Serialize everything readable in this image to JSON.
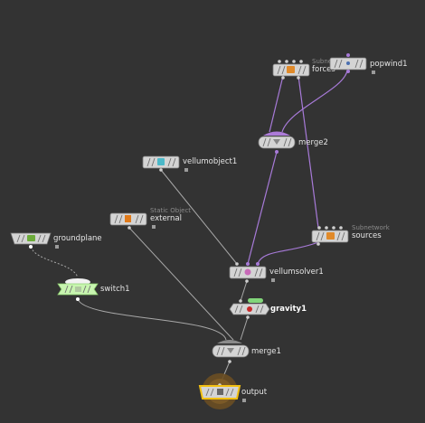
{
  "network": {
    "nodes": {
      "forces": {
        "name": "forces",
        "subtitle": "Subnetwork",
        "type": "subnet"
      },
      "popwind1": {
        "name": "popwind1",
        "type": "popwind"
      },
      "merge2": {
        "name": "merge2",
        "type": "merge"
      },
      "vellumobject1": {
        "name": "vellumobject1",
        "type": "vellumobject"
      },
      "external": {
        "name": "external",
        "subtitle": "Static Object",
        "type": "staticobject"
      },
      "groundplane": {
        "name": "groundplane",
        "type": "groundplane"
      },
      "sources": {
        "name": "sources",
        "subtitle": "Subnetwork",
        "type": "subnet"
      },
      "vellumsolver1": {
        "name": "vellumsolver1",
        "type": "vellumsolver"
      },
      "switch1": {
        "name": "switch1",
        "type": "switch"
      },
      "gravity1": {
        "name": "gravity1",
        "type": "gravity"
      },
      "merge1": {
        "name": "merge1",
        "type": "merge"
      },
      "output": {
        "name": "output",
        "type": "output"
      }
    },
    "colors": {
      "background": "#333333",
      "node": "#d4d4d4",
      "wire": "#a8a8a8",
      "wire_highlight": "#a77ad8",
      "switch": "#c8f5b0",
      "display_flag": "#f2c012",
      "template_flag": "#ad7bd9",
      "bypass_flag": "#82d67a"
    }
  }
}
